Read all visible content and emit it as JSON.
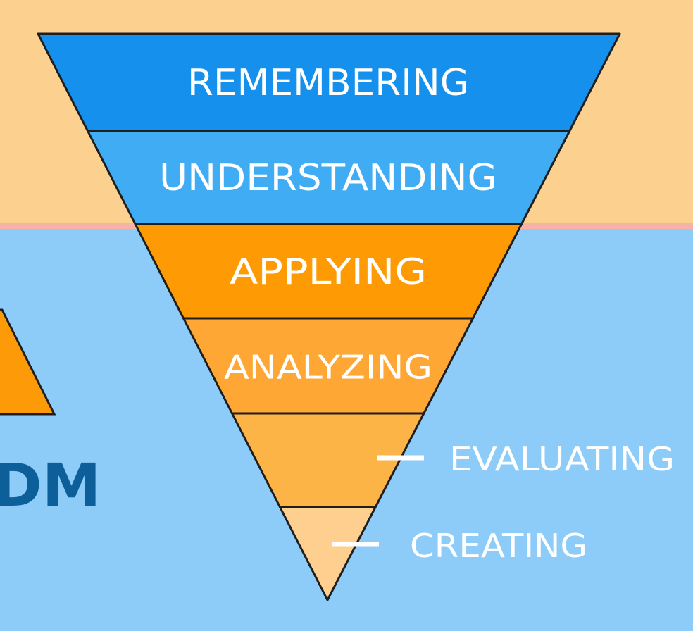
{
  "colors": {
    "top_background": "#FCD08F",
    "bottom_background": "#8DCBF8",
    "divider": "#F6B2A6",
    "outline": "#1E1E1E",
    "partial_title_text": "#0C5F98",
    "side_triangle_fill": "#FC9A08",
    "tier_remembering": "#1590EC",
    "tier_understanding": "#40ACF4",
    "tier_applying": "#FE9A03",
    "tier_analyzing": "#FFA735",
    "tier_evaluating": "#FDB446",
    "tier_creating": "#FECF8F",
    "label_text": "#FFFFFF",
    "leader_line": "#FFFFFF"
  },
  "partial_title": "DM",
  "tiers": [
    {
      "label": "REMEMBERING",
      "label_inside": true
    },
    {
      "label": "UNDERSTANDING",
      "label_inside": true
    },
    {
      "label": "APPLYING",
      "label_inside": true
    },
    {
      "label": "ANALYZING",
      "label_inside": true
    },
    {
      "label": "EVALUATING",
      "label_inside": false
    },
    {
      "label": "CREATING",
      "label_inside": false
    }
  ]
}
